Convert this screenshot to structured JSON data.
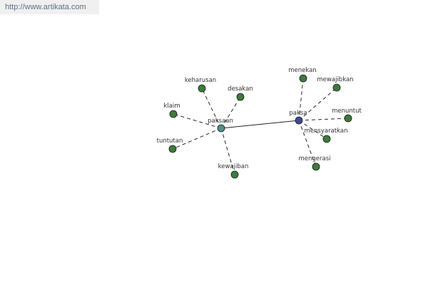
{
  "banner": {
    "url_text": "http://www.artikata.com"
  },
  "colors": {
    "leaf_node": "#3a7d3a",
    "hub_paksaan": "#4f8f8f",
    "hub_paksa": "#3a4a95",
    "edge": "#222222"
  },
  "graph": {
    "nodes": [
      {
        "id": "paksaan",
        "label": "paksaan",
        "type": "hub-paksaan"
      },
      {
        "id": "paksa",
        "label": "paksa",
        "type": "hub-paksa"
      },
      {
        "id": "keharusan",
        "label": "keharusan",
        "type": "leaf"
      },
      {
        "id": "desakan",
        "label": "desakan",
        "type": "leaf"
      },
      {
        "id": "klaim",
        "label": "klaim",
        "type": "leaf"
      },
      {
        "id": "tuntutan",
        "label": "tuntutan",
        "type": "leaf"
      },
      {
        "id": "kewajiban",
        "label": "kewajiban",
        "type": "leaf"
      },
      {
        "id": "menekan",
        "label": "menekan",
        "type": "leaf"
      },
      {
        "id": "mewajibkan",
        "label": "mewajibkan",
        "type": "leaf"
      },
      {
        "id": "menuntut",
        "label": "menuntut",
        "type": "leaf"
      },
      {
        "id": "mensyaratkan",
        "label": "mensyaratkan",
        "type": "leaf"
      },
      {
        "id": "mengerasi",
        "label": "mengerasi",
        "type": "leaf"
      }
    ],
    "edges": [
      {
        "from": "paksaan",
        "to": "paksa",
        "style": "solid"
      },
      {
        "from": "paksaan",
        "to": "keharusan",
        "style": "dashed"
      },
      {
        "from": "paksaan",
        "to": "desakan",
        "style": "dashed"
      },
      {
        "from": "paksaan",
        "to": "klaim",
        "style": "dashed"
      },
      {
        "from": "paksaan",
        "to": "tuntutan",
        "style": "dashed"
      },
      {
        "from": "paksaan",
        "to": "kewajiban",
        "style": "dashed"
      },
      {
        "from": "paksa",
        "to": "menekan",
        "style": "dashed"
      },
      {
        "from": "paksa",
        "to": "mewajibkan",
        "style": "dashed"
      },
      {
        "from": "paksa",
        "to": "menuntut",
        "style": "dashed"
      },
      {
        "from": "paksa",
        "to": "mensyaratkan",
        "style": "dashed"
      },
      {
        "from": "paksa",
        "to": "mengerasi",
        "style": "dashed"
      }
    ]
  }
}
